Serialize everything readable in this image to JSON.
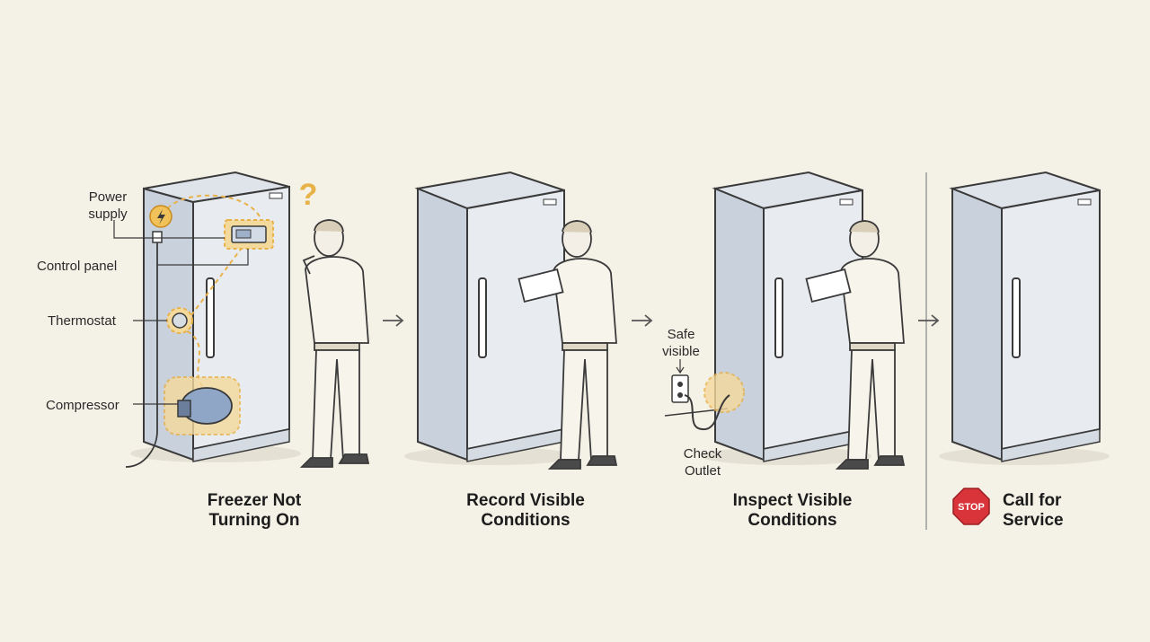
{
  "steps": [
    {
      "title_line1": "Freezer Not",
      "title_line2": "Turning On"
    },
    {
      "title_line1": "Record Visible",
      "title_line2": "Conditions"
    },
    {
      "title_line1": "Inspect Visible",
      "title_line2": "Conditions"
    },
    {
      "title_line1": "Call for",
      "title_line2": "Service",
      "badge": "STOP"
    }
  ],
  "callouts": {
    "power_supply_line1": "Power",
    "power_supply_line2": "supply",
    "control_panel": "Control panel",
    "thermostat": "Thermostat",
    "compressor": "Compressor",
    "safe_visible_line1": "Safe",
    "safe_visible_line2": "visible",
    "check_outlet_line1": "Check",
    "check_outlet_line2": "Outlet"
  },
  "question_mark": "?",
  "colors": {
    "background": "#f4f1e6",
    "highlight": "#e8b24a",
    "stop_sign": "#d9343a",
    "outline": "#3a3a3a",
    "fridge_body": "#e4e8ef",
    "fridge_side": "#c9d1dc"
  }
}
